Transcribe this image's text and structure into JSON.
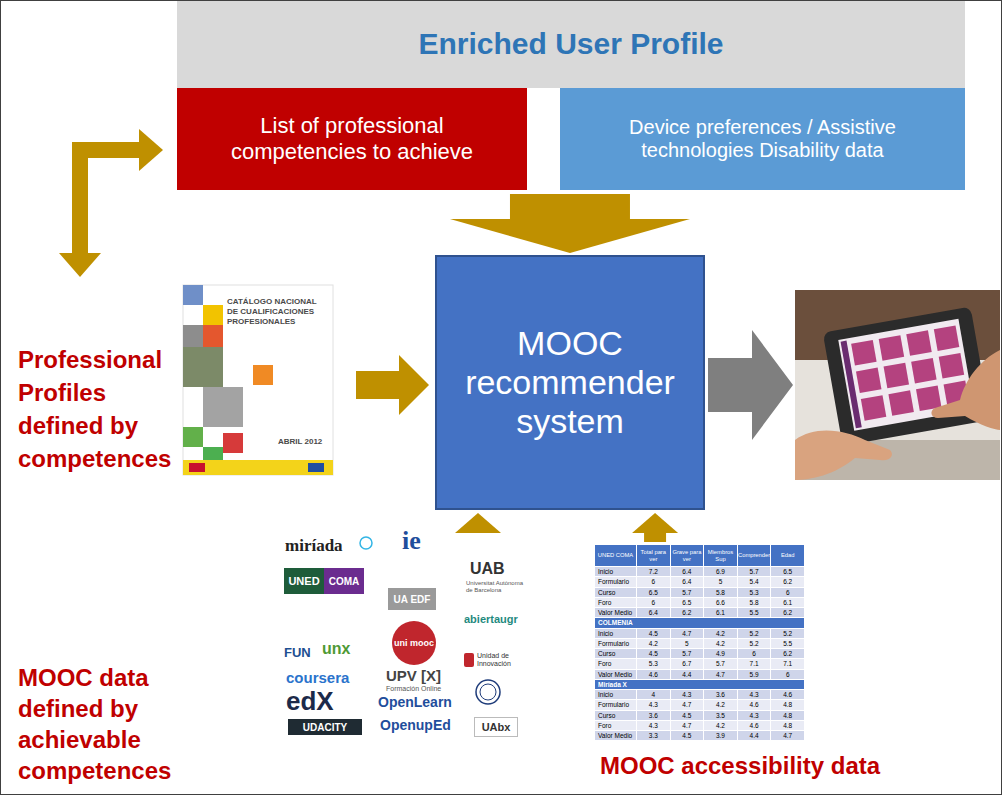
{
  "diagram": {
    "nodes": [
      {
        "text": [
          "Enriched User Profile"
        ]
      },
      {
        "text": [
          "List of professional competencies to achieve"
        ],
        "in": 0
      },
      {
        "text": [
          "Device preferences / Assistive technologies Disability data"
        ],
        "in": 0
      },
      {
        "text": [
          "Professional Profiles defined by competences",
          "CATÁLOGO NACIONAL DE CUALIFICACIONES PROFESIONALES",
          "ABRIL 2012"
        ]
      },
      {
        "text": [
          "MOOC recommender system"
        ]
      },
      {
        "text": [
          "MOOC data defined by achievable competences"
        ]
      },
      {
        "text": [
          "MOOC accessibility data"
        ]
      }
    ],
    "edges": [
      {
        "from": 3,
        "to": 1,
        "arrow": "both"
      },
      {
        "from": 0,
        "to": 4,
        "arrow": "to"
      },
      {
        "from": 3,
        "to": 4,
        "arrow": "to"
      },
      {
        "from": 5,
        "to": 4,
        "arrow": "to"
      },
      {
        "from": 6,
        "to": 4,
        "arrow": "to"
      }
    ],
    "labels": [
      "miríada",
      "UNED",
      "COMA",
      "ie",
      "UAB",
      "Universitat Autònoma de Barcelona",
      "UA EDF",
      "abiertaugr",
      "FUN",
      "unx",
      "uni mooc",
      "UPV [X]",
      "Formación Online",
      "Unidad de Innovación",
      "coursera",
      "edX",
      "OpenLearn",
      "UDACITY",
      "OpenupEd",
      "UAbx",
      "UNED COMA",
      "Total para ver",
      "Grave para ver",
      "Miembros Sup",
      "Comprender",
      "Edad",
      "Inicio",
      "7.2",
      "6.4",
      "6.9",
      "5.7",
      "6.5",
      "Formulario",
      "6",
      "6.4",
      "5",
      "5.4",
      "6.2",
      "Curso",
      "6.5",
      "5.7",
      "5.8",
      "5.3",
      "6",
      "Foro",
      "6",
      "6.5",
      "6.6",
      "5.8",
      "6.1",
      "Valor Medio",
      "6.4",
      "6.2",
      "6.1",
      "5.5",
      "6.2",
      "COLMENIA",
      "Inicio",
      "4.5",
      "4.7",
      "4.2",
      "5.2",
      "5.2",
      "Formulario",
      "4.2",
      "5",
      "4.2",
      "5.2",
      "5.5",
      "Curso",
      "4.5",
      "5.7",
      "4.9",
      "6",
      "6.2",
      "Foro",
      "5.3",
      "6.7",
      "5.7",
      "7.1",
      "7.1",
      "Valor Medio",
      "4.6",
      "4.4",
      "4.7",
      "5.9",
      "6",
      "Miríada X",
      "Inicio",
      "4",
      "4.3",
      "3.6",
      "4.3",
      "4.6",
      "Formulario",
      "4.3",
      "4.7",
      "4.2",
      "4.6",
      "4.8",
      "Curso",
      "3.6",
      "4.5",
      "3.5",
      "4.3",
      "4.8",
      "Foro",
      "4.3",
      "4.7",
      "4.2",
      "4.6",
      "4.8",
      "Valor Medio",
      "3.3",
      "4.5",
      "3.9",
      "4.4",
      "4.7"
    ]
  }
}
